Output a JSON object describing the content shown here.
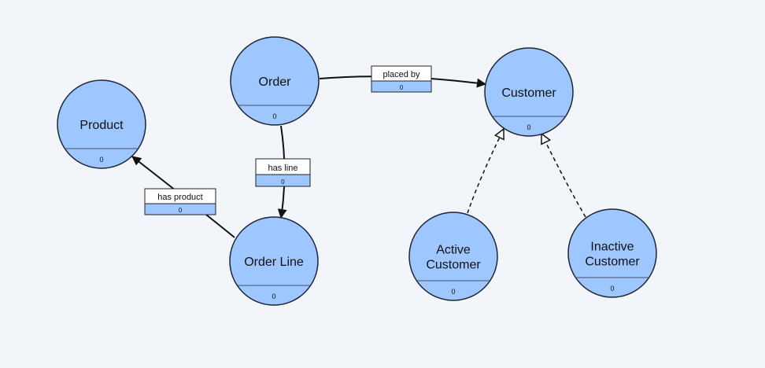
{
  "colors": {
    "node_fill": "#9ec6ff",
    "node_stroke": "#1e2633",
    "edge": "#111111",
    "label_bg": "#ffffff",
    "label_count_bg": "#9ec6ff",
    "background": "#f2f5f9"
  },
  "nodes": [
    {
      "id": "order",
      "title_lines": [
        "Order"
      ],
      "count": "0"
    },
    {
      "id": "customer",
      "title_lines": [
        "Customer"
      ],
      "count": "0"
    },
    {
      "id": "product",
      "title_lines": [
        "Product"
      ],
      "count": "0"
    },
    {
      "id": "order-line",
      "title_lines": [
        "Order Line"
      ],
      "count": "0"
    },
    {
      "id": "active-customer",
      "title_lines": [
        "Active",
        "Customer"
      ],
      "count": "0"
    },
    {
      "id": "inactive-customer",
      "title_lines": [
        "Inactive",
        "Customer"
      ],
      "count": "0"
    }
  ],
  "edges": [
    {
      "id": "placed-by",
      "from": "order",
      "to": "customer",
      "kind": "association",
      "label": "placed by",
      "count": "0"
    },
    {
      "id": "has-line",
      "from": "order",
      "to": "order-line",
      "kind": "association",
      "label": "has line",
      "count": "0"
    },
    {
      "id": "has-product",
      "from": "order-line",
      "to": "product",
      "kind": "association",
      "label": "has product",
      "count": "0"
    },
    {
      "id": "active-customer-is-a",
      "from": "active-customer",
      "to": "customer",
      "kind": "generalization"
    },
    {
      "id": "inactive-customer-is-a",
      "from": "inactive-customer",
      "to": "customer",
      "kind": "generalization"
    }
  ]
}
